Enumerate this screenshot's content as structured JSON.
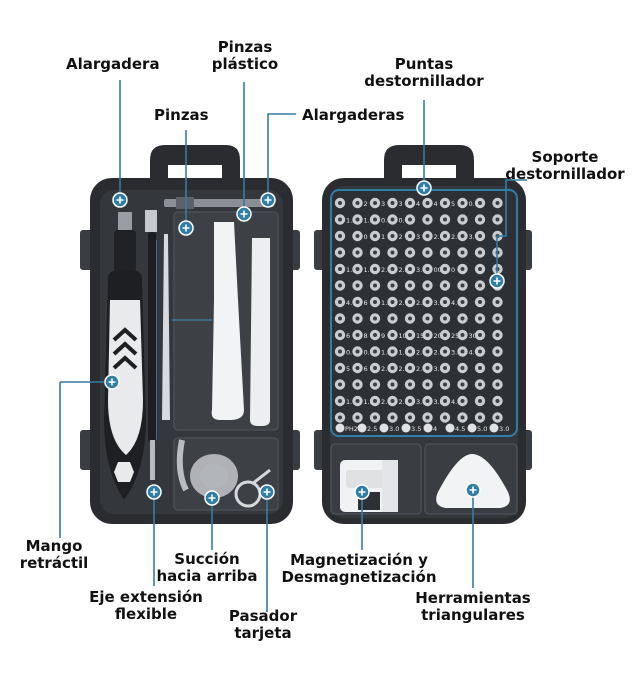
{
  "accent_color": "#2f7ea6",
  "case_color": "#2a2c30",
  "callouts": {
    "alargadera": "Alargadera",
    "pinzas_plastico": [
      "Pinzas",
      "plástico"
    ],
    "pinzas": "Pinzas",
    "alargaderas": "Alargaderas",
    "puntas": [
      "Puntas",
      "destornillador"
    ],
    "soporte": [
      "Soporte",
      "destornillador"
    ],
    "mango": [
      "Mango",
      "retráctil"
    ],
    "eje": [
      "Eje extensión",
      "flexible"
    ],
    "succion": [
      "Succión",
      "hacia arriba"
    ],
    "pasador": [
      "Pasador",
      "tarjeta"
    ],
    "magnet": [
      "Magnetización y",
      "Desmagnetización"
    ],
    "herramientas": [
      "Herramientas",
      "triangulares"
    ]
  },
  "bit_rows": [
    [
      "",
      "2",
      "3",
      "3",
      "4",
      "4",
      "5",
      "0.8",
      "",
      ""
    ],
    [
      "1.2",
      "1.5",
      "0.6",
      "0.6",
      "",
      "",
      "",
      "",
      "",
      ""
    ],
    [
      "",
      "0",
      "1",
      "2",
      "3",
      "2.6",
      "2.6",
      "3.0",
      "",
      ""
    ],
    [
      "",
      "",
      "",
      "",
      "",
      "",
      "",
      "",
      "",
      ""
    ],
    [
      "1.3",
      "1.5",
      "2.0",
      "2.5",
      "3.0",
      "000",
      "0",
      "",
      "",
      ""
    ],
    [
      "",
      "",
      "",
      "",
      "",
      "",
      "",
      "",
      "",
      ""
    ],
    [
      "4.0",
      "6",
      "1.5",
      "2.0",
      "2.5",
      "3.0",
      "4.0",
      "",
      "",
      ""
    ],
    [
      "",
      "",
      "",
      "",
      "",
      "",
      "",
      "",
      "",
      ""
    ],
    [
      "6",
      "8",
      "9",
      "10",
      "15",
      "20",
      "25",
      "30",
      "",
      ""
    ],
    [
      "0.7",
      "0.9",
      "1.3",
      "1.5",
      "2.0",
      "2.5",
      "3.0",
      "4.0",
      "",
      ""
    ],
    [
      "5",
      "6",
      "2.0",
      "2.3",
      "2.6",
      "3.0",
      "",
      "",
      "",
      ""
    ],
    [
      "",
      "",
      "",
      "",
      "",
      "",
      "",
      "",
      "",
      ""
    ],
    [
      "1.0",
      "1.5",
      "2.0",
      "2.5",
      "3.0",
      "3.5",
      "4.0",
      "",
      "",
      ""
    ],
    [
      "",
      "",
      "",
      "",
      "",
      "",
      "",
      "",
      "",
      ""
    ]
  ],
  "bottom_row": [
    "PH2",
    "2.5",
    "3.0",
    "3.5",
    "4",
    "4.5",
    "5.0",
    "3.0"
  ]
}
